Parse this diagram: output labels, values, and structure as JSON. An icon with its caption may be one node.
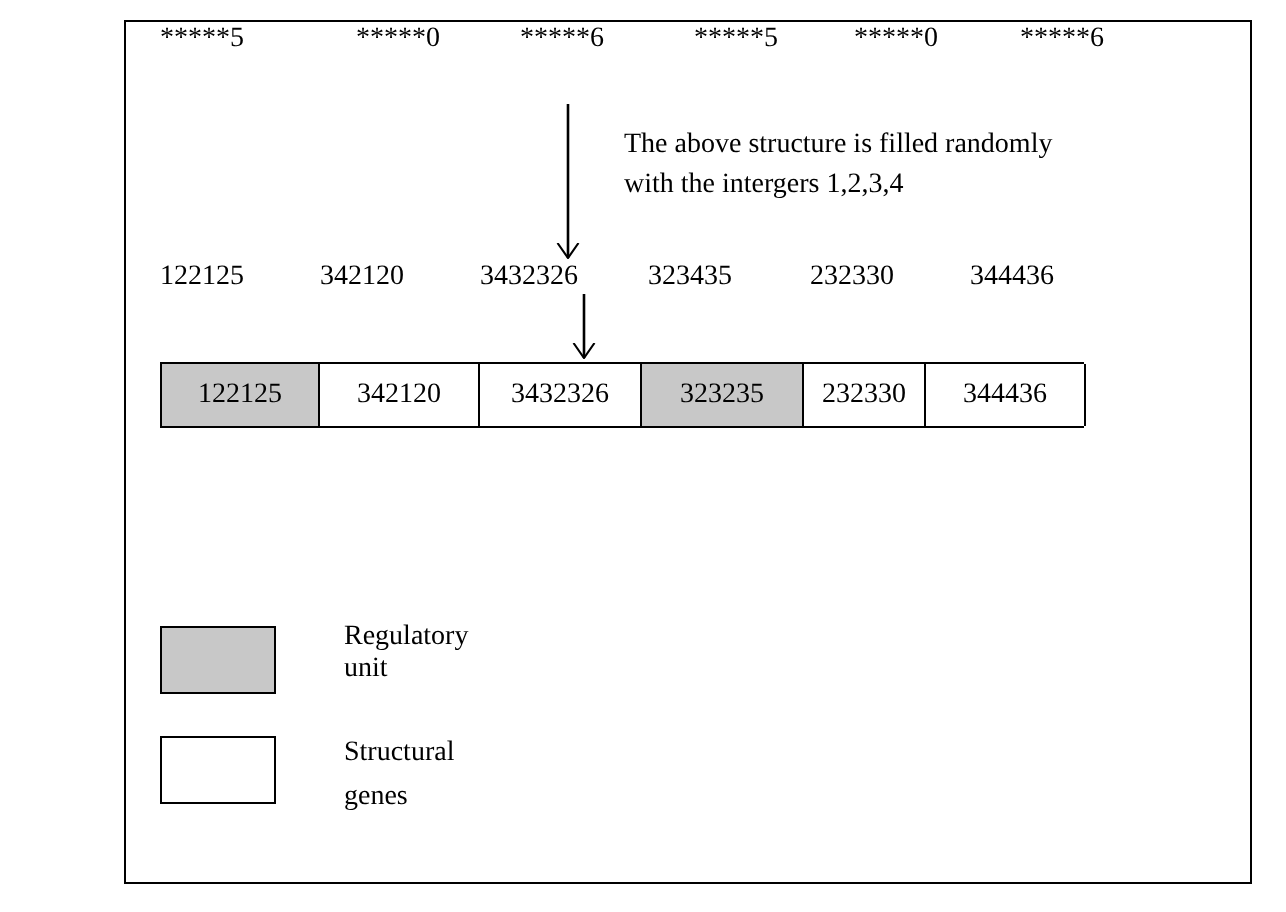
{
  "diagram": {
    "nodes": [
      {
        "text": [
          "*****5",
          "*****0",
          "*****6",
          "*****5",
          "*****0",
          "*****6"
        ]
      },
      {
        "text": [
          "122125",
          "342120",
          "3432326",
          "323435",
          "232330",
          "344436"
        ]
      },
      {
        "text": [],
        "shape": "bar"
      },
      {
        "text": [
          "122125"
        ],
        "in": 2
      },
      {
        "text": [
          "342120"
        ],
        "in": 2
      },
      {
        "text": [
          "3432326"
        ],
        "in": 2
      },
      {
        "text": [
          "323235"
        ],
        "in": 2
      },
      {
        "text": [
          "232330"
        ],
        "in": 2
      },
      {
        "text": [
          "344436"
        ],
        "in": 2
      }
    ],
    "edges": [
      {
        "from": 0,
        "to": 1,
        "arrow": "to",
        "label": "The above structure is filled randomly with the intergers 1,2,3,4"
      },
      {
        "from": 1,
        "to": 2,
        "arrow": "to"
      }
    ],
    "legend": [
      {
        "text": "Regulatory unit",
        "color": "#c8c8c8"
      },
      {
        "text": "Structural genes",
        "color": "#ffffff"
      }
    ]
  }
}
